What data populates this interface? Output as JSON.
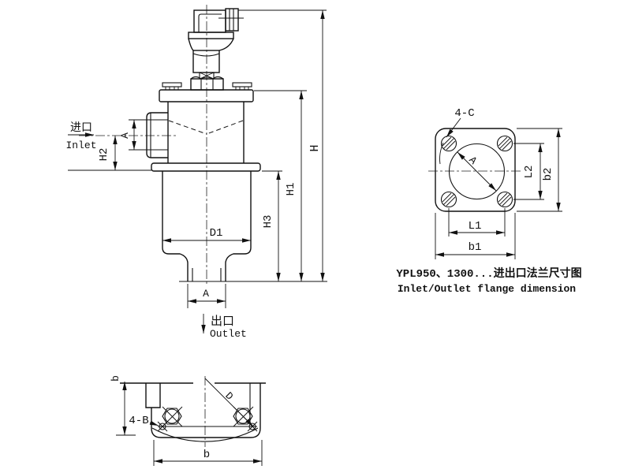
{
  "drawing": {
    "colors": {
      "background": "#ffffff",
      "line": "#111111"
    },
    "front_view": {
      "inlet_cn": "进口",
      "inlet_en": "Inlet",
      "outlet_cn": "出口",
      "outlet_en": "Outlet",
      "dim_h": "H",
      "dim_h1": "H1",
      "dim_h2": "H2",
      "dim_h3": "H3",
      "dim_d1": "D1",
      "dim_inlet_a": "A",
      "dim_outlet_a": "A"
    },
    "flange_view": {
      "holes_label": "4-C",
      "dim_bore": "A",
      "dim_l1": "L1",
      "dim_l2": "L2",
      "dim_b1": "b1",
      "dim_b2": "b2",
      "caption_cn": "YPL950、1300...进出口法兰尺寸图",
      "caption_en": "Inlet/Outlet flange dimension"
    },
    "bottom_view": {
      "holes_label": "4-B",
      "dim_width": "b",
      "dim_depth": "b",
      "dim_d": "D"
    }
  }
}
